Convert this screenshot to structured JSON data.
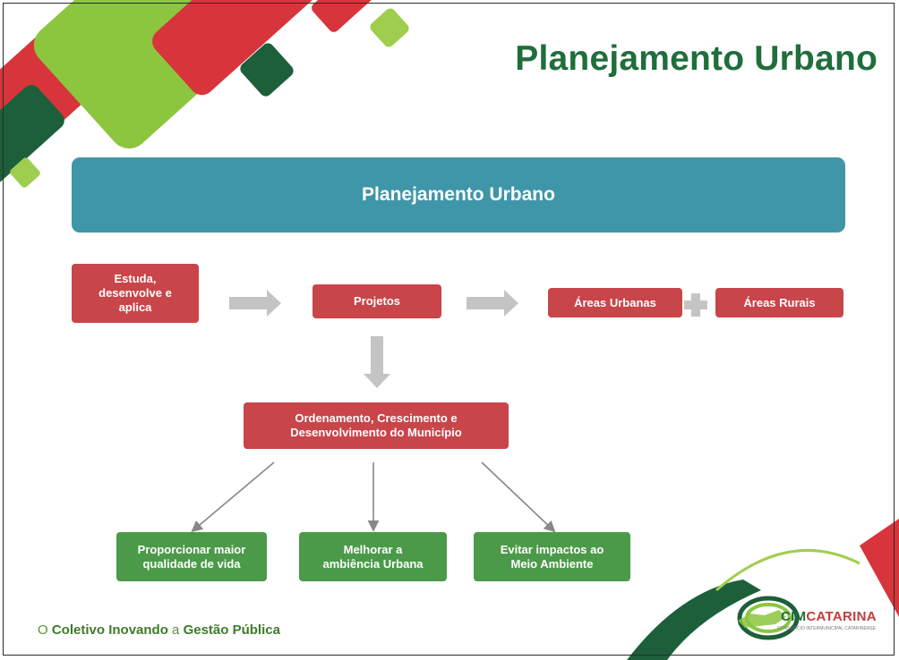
{
  "slide": {
    "title": "Planejamento Urbano",
    "banner": "Planejamento Urbano"
  },
  "diagram": {
    "input": "Estuda,\ndesenvolve e\naplica",
    "projects": "Projetos",
    "urban_areas": "Áreas Urbanas",
    "rural_areas": "Áreas Rurais",
    "ordering": "Ordenamento, Crescimento e\nDesenvolvimento do Município",
    "outcomes": [
      "Proporcionar maior\nqualidade de vida",
      "Melhorar a\nambiência Urbana",
      "Evitar impactos ao\nMeio Ambiente"
    ]
  },
  "footer": {
    "slogan_parts": [
      "O ",
      "Coletivo",
      " ",
      "Inovando",
      " a ",
      "Gestão Pública"
    ]
  },
  "logo": {
    "name_part1": "CIM",
    "name_part2": "CATARINA",
    "subtitle": "CONSÓRCIO INTERMUNICIPAL CATARINENSE"
  },
  "colors": {
    "title_green": "#1f6e3c",
    "banner_teal": "#3f96a8",
    "box_red": "#c8454a",
    "box_green": "#4b9a49",
    "arrow_gray": "#c4c4c4",
    "deco_lime": "#8cc63f",
    "deco_red": "#d7353b",
    "deco_dark_green": "#1d5f3a"
  },
  "icons": {
    "plus": "plus-icon",
    "arrow": "arrow-right-icon"
  }
}
